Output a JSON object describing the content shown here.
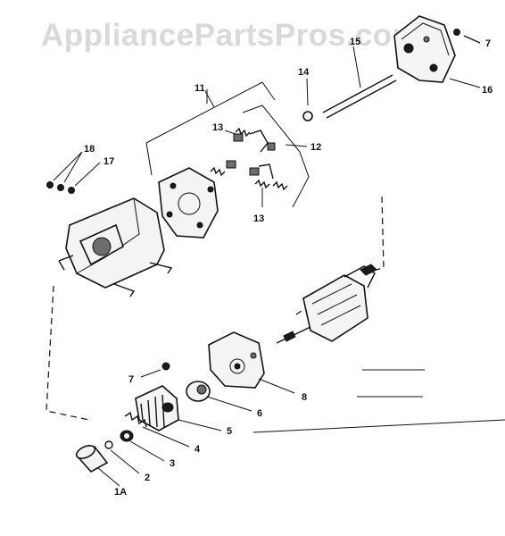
{
  "watermark": "AppliancePartsPros.com",
  "labels": {
    "l7a": "7",
    "l16": "16",
    "l15": "15",
    "l14": "14",
    "l11": "11",
    "l12": "12",
    "l13a": "13",
    "l13b": "13",
    "l18": "18",
    "l17": "17",
    "l7b": "7",
    "l8": "8",
    "l6": "6",
    "l5": "5",
    "l4": "4",
    "l3": "3",
    "l2": "2",
    "l1a": "1A"
  }
}
